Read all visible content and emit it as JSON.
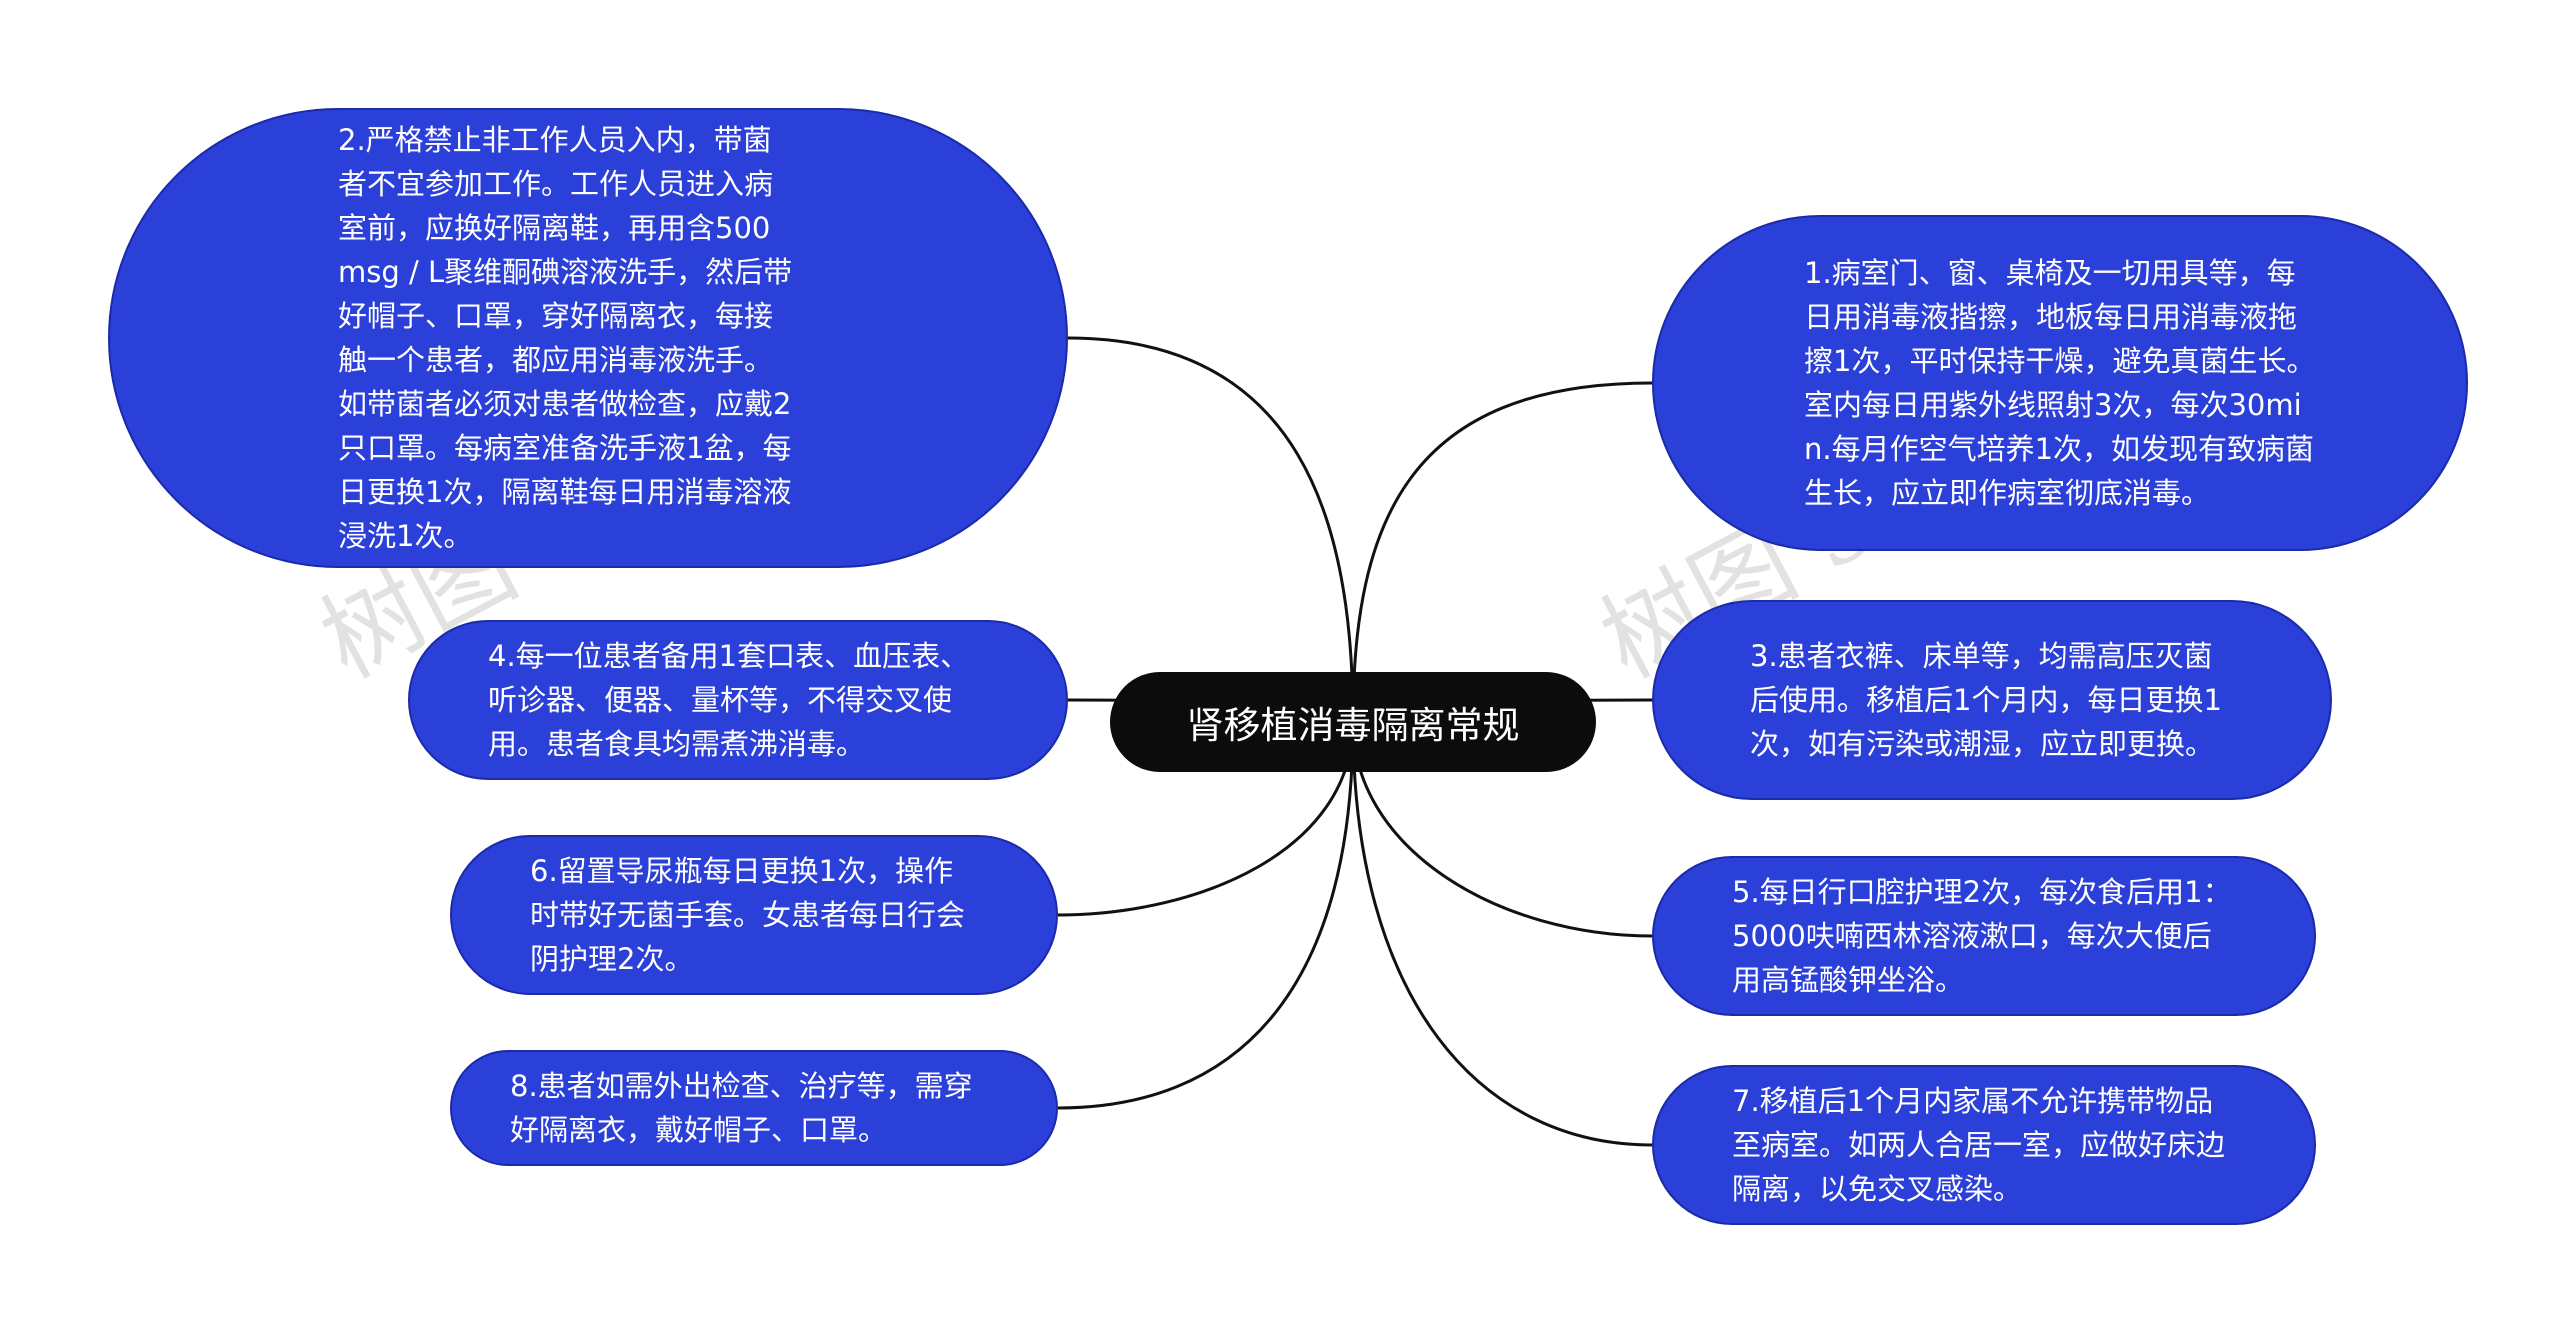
{
  "center": {
    "title": "肾移植消毒隔离常规"
  },
  "nodes": {
    "n1": "1.病室门、窗、桌椅及一切用具等，每日用消毒液揩擦，地板每日用消毒液拖擦1次，平时保持干燥，避免真菌生长。室内每日用紫外线照射3次，每次30min.每月作空气培养1次，如发现有致病菌生长，应立即作病室彻底消毒。",
    "n2": "2.严格禁止非工作人员入内，带菌者不宜参加工作。工作人员进入病室前，应换好隔离鞋，再用含500msg / L聚维酮碘溶液洗手，然后带好帽子、口罩，穿好隔离衣，每接触一个患者，都应用消毒液洗手。如带菌者必须对患者做检查，应戴2只口罩。每病室准备洗手液1盆，每日更换1次，隔离鞋每日用消毒溶液浸洗1次。",
    "n3": "3.患者衣裤、床单等，均需高压灭菌后使用。移植后1个月内，每日更换1次，如有污染或潮湿，应立即更换。",
    "n4": "4.每一位患者备用1套口表、血压表、听诊器、便器、量杯等，不得交叉使用。患者食具均需煮沸消毒。",
    "n5": "5.每日行口腔护理2次，每次食后用1：5000呋喃西林溶液漱口，每次大便后用高锰酸钾坐浴。",
    "n6": "6.留置导尿瓶每日更换1次，操作时带好无菌手套。女患者每日行会阴护理2次。",
    "n7": "7.移植后1个月内家属不允许携带物品至病室。如两人合居一室，应做好床边隔离，以免交叉感染。",
    "n8": "8.患者如需外出检查、治疗等，需穿好隔离衣，戴好帽子、口罩。"
  },
  "watermarks": [
    "树图 shutu.cn",
    "树图 shutu.cn"
  ],
  "colors": {
    "node_fill": "#2b3fd9",
    "center_fill": "#0c0c0c",
    "link": "#111111"
  }
}
